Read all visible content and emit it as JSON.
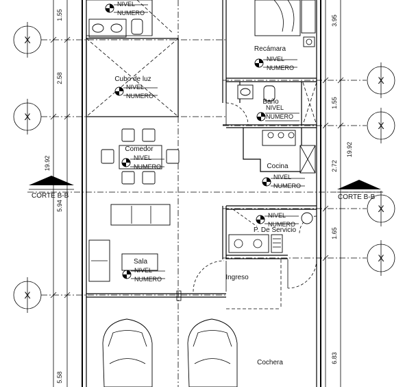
{
  "rooms": {
    "recamara": "Recámara",
    "bano": "Baño",
    "cubo_luz": "Cubo de luz",
    "comedor": "Comedor",
    "cocina": "Cocina",
    "patio_servicio": "P. De Servicio",
    "sala": "Sala",
    "ingreso": "Ingreso",
    "cochera": "Cochera"
  },
  "level_tag": {
    "line1": "NIVEL",
    "line2": "NUMERO"
  },
  "section_cut": {
    "left": "CORTE B-B",
    "right": "CORTE B-B"
  },
  "dimensions": {
    "left": [
      "1.55",
      "2.58",
      "19.92",
      "5.94",
      "5.58"
    ],
    "right": [
      "3.95",
      "1.55",
      "2.72",
      "19.92",
      "1.65",
      "6.83"
    ]
  },
  "axis_marker": "X"
}
